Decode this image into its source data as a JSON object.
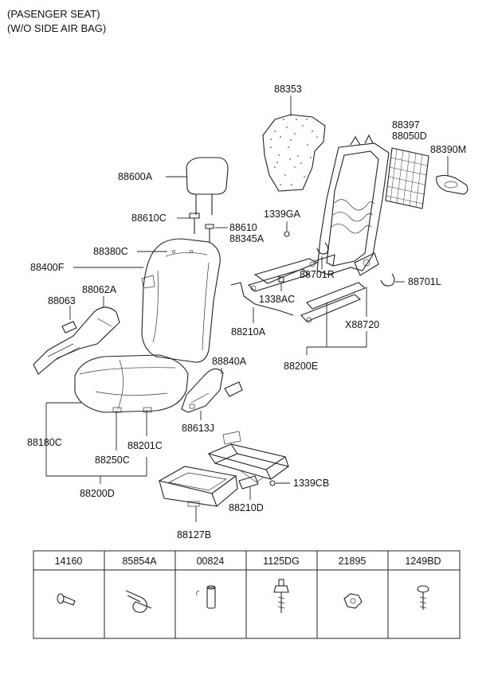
{
  "header": {
    "line1": "(PASENGER SEAT)",
    "line2": "(W/O SIDE AIR BAG)"
  },
  "labels": {
    "p88353": "88353",
    "p88397": "88397",
    "p88050D": "88050D",
    "p88390M": "88390M",
    "p88600A": "88600A",
    "p88610C": "88610C",
    "p88610": "88610",
    "p88345A": "88345A",
    "p1339GA": "1339GA",
    "p88380C": "88380C",
    "p88400F": "88400F",
    "p88062A": "88062A",
    "p88063": "88063",
    "p88701R": "88701R",
    "p88701L": "88701L",
    "p1338AC": "1338AC",
    "pX88720": "X88720",
    "p88210A": "88210A",
    "p88200E": "88200E",
    "p88840A": "88840A",
    "p88613J": "88613J",
    "p88180C": "88180C",
    "p88201C": "88201C",
    "p88250C": "88250C",
    "p88200D": "88200D",
    "p1339CB": "1339CB",
    "p88210D": "88210D",
    "p88127B": "88127B"
  },
  "fastener_table": {
    "columns": [
      {
        "part": "14160",
        "icon": "bolt-flat-icon"
      },
      {
        "part": "85854A",
        "icon": "clip-icon"
      },
      {
        "part": "00824",
        "icon": "pin-icon"
      },
      {
        "part": "1125DG",
        "icon": "bolt-washer-icon"
      },
      {
        "part": "21895",
        "icon": "hex-nut-icon"
      },
      {
        "part": "1249BD",
        "icon": "screw-icon"
      }
    ]
  }
}
